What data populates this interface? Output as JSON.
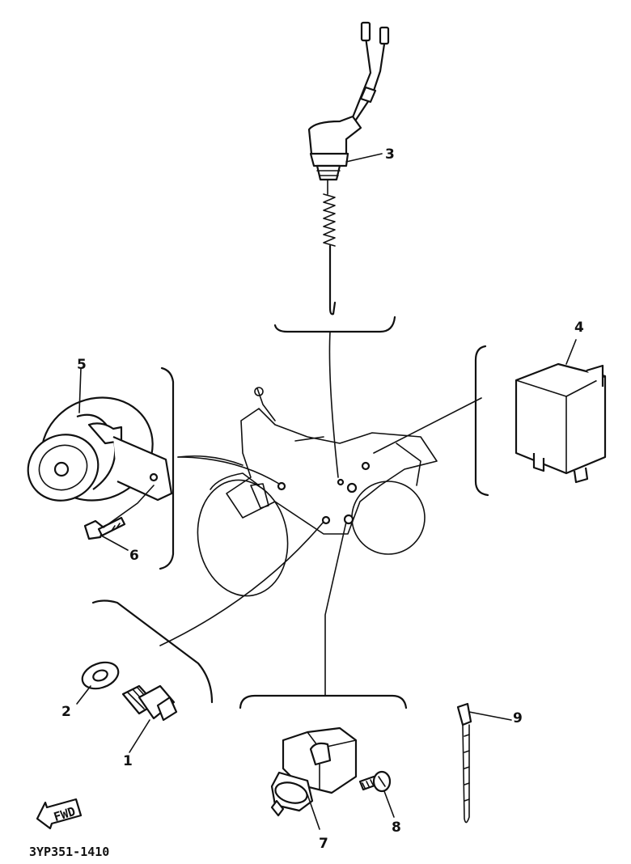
{
  "diagram": {
    "callouts": {
      "p1": "1",
      "p2": "2",
      "p3": "3",
      "p4": "4",
      "p5": "5",
      "p6": "6",
      "p7": "7",
      "p8": "8",
      "p9": "9"
    },
    "fwd_label": "FWD",
    "figure_code": "3YP351-1410"
  }
}
